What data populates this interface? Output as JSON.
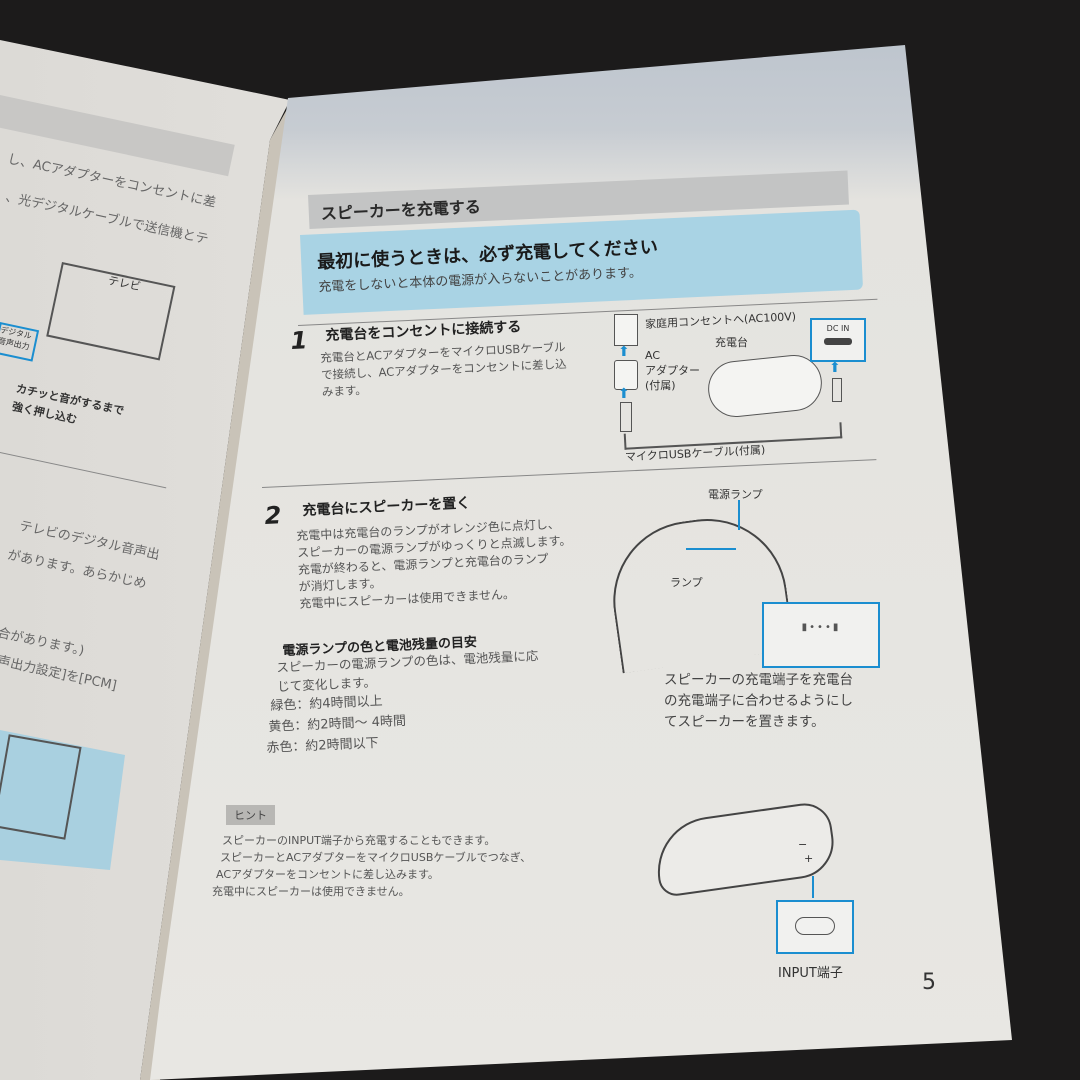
{
  "left_page": {
    "lines_top": [
      "し、ACアダプターをコンセントに差",
      "、光デジタルケーブルで送信機とテ"
    ],
    "tv_label": "テレビ",
    "port_label": "デジタル\n音声出力",
    "click_note": [
      "カチッと音がするまで",
      "強く押し込む"
    ],
    "lines_mid": [
      "テレビのデジタル音声出",
      "があります。あらかじめ"
    ],
    "lines_bottom": [
      "合があります。)",
      "声出力設定]を[PCM]"
    ]
  },
  "right_page": {
    "section_title": "スピーカーを充電する",
    "callout": {
      "heading": "最初に使うときは、必ず充電してください",
      "text": "充電をしないと本体の電源が入らないことがあります。"
    },
    "step1": {
      "number": "1",
      "title": "充電台をコンセントに接続する",
      "body": "充電台とACアダプターをマイクロUSBケーブル\nで接続し、ACアダプターをコンセントに差し込\nみます。",
      "diagram": {
        "outlet": "家庭用コンセントへ(AC100V)",
        "adapter": "AC\nアダプター\n(付属)",
        "cradle": "充電台",
        "dc_in": "DC IN",
        "cable": "マイクロUSBケーブル(付属)"
      }
    },
    "step2": {
      "number": "2",
      "title": "充電台にスピーカーを置く",
      "body": "充電中は充電台のランプがオレンジ色に点灯し、\nスピーカーの電源ランプがゆっくりと点滅します。\n充電が終わると、電源ランプと充電台のランプ\nが消灯します。\n充電中にスピーカーは使用できません。",
      "lamp_heading": "電源ランプの色と電池残量の目安",
      "lamp_body": "スピーカーの電源ランプの色は、電池残量に応\nじて変化します。",
      "lamp_levels": [
        "緑色：約4時間以上",
        "黄色：約2時間～ 4時間",
        "赤色：約2時間以下"
      ],
      "diagram": {
        "power_lamp": "電源ランプ",
        "lamp": "ランプ",
        "caption": "スピーカーの充電端子を充電台\nの充電端子に合わせるようにし\nてスピーカーを置きます。"
      }
    },
    "hint": {
      "badge": "ヒント",
      "lines": [
        "スピーカーのINPUT端子から充電することもできます。",
        "スピーカーとACアダプターをマイクロUSBケーブルでつなぎ、",
        "ACアダプターをコンセントに差し込みます。",
        "充電中にスピーカーは使用できません。"
      ],
      "input_label": "INPUT端子",
      "minus": "−",
      "plus": "+"
    },
    "page_number": "5"
  },
  "colors": {
    "accent_blue": "#1b8ed0",
    "callout": "#a9d3e4"
  }
}
